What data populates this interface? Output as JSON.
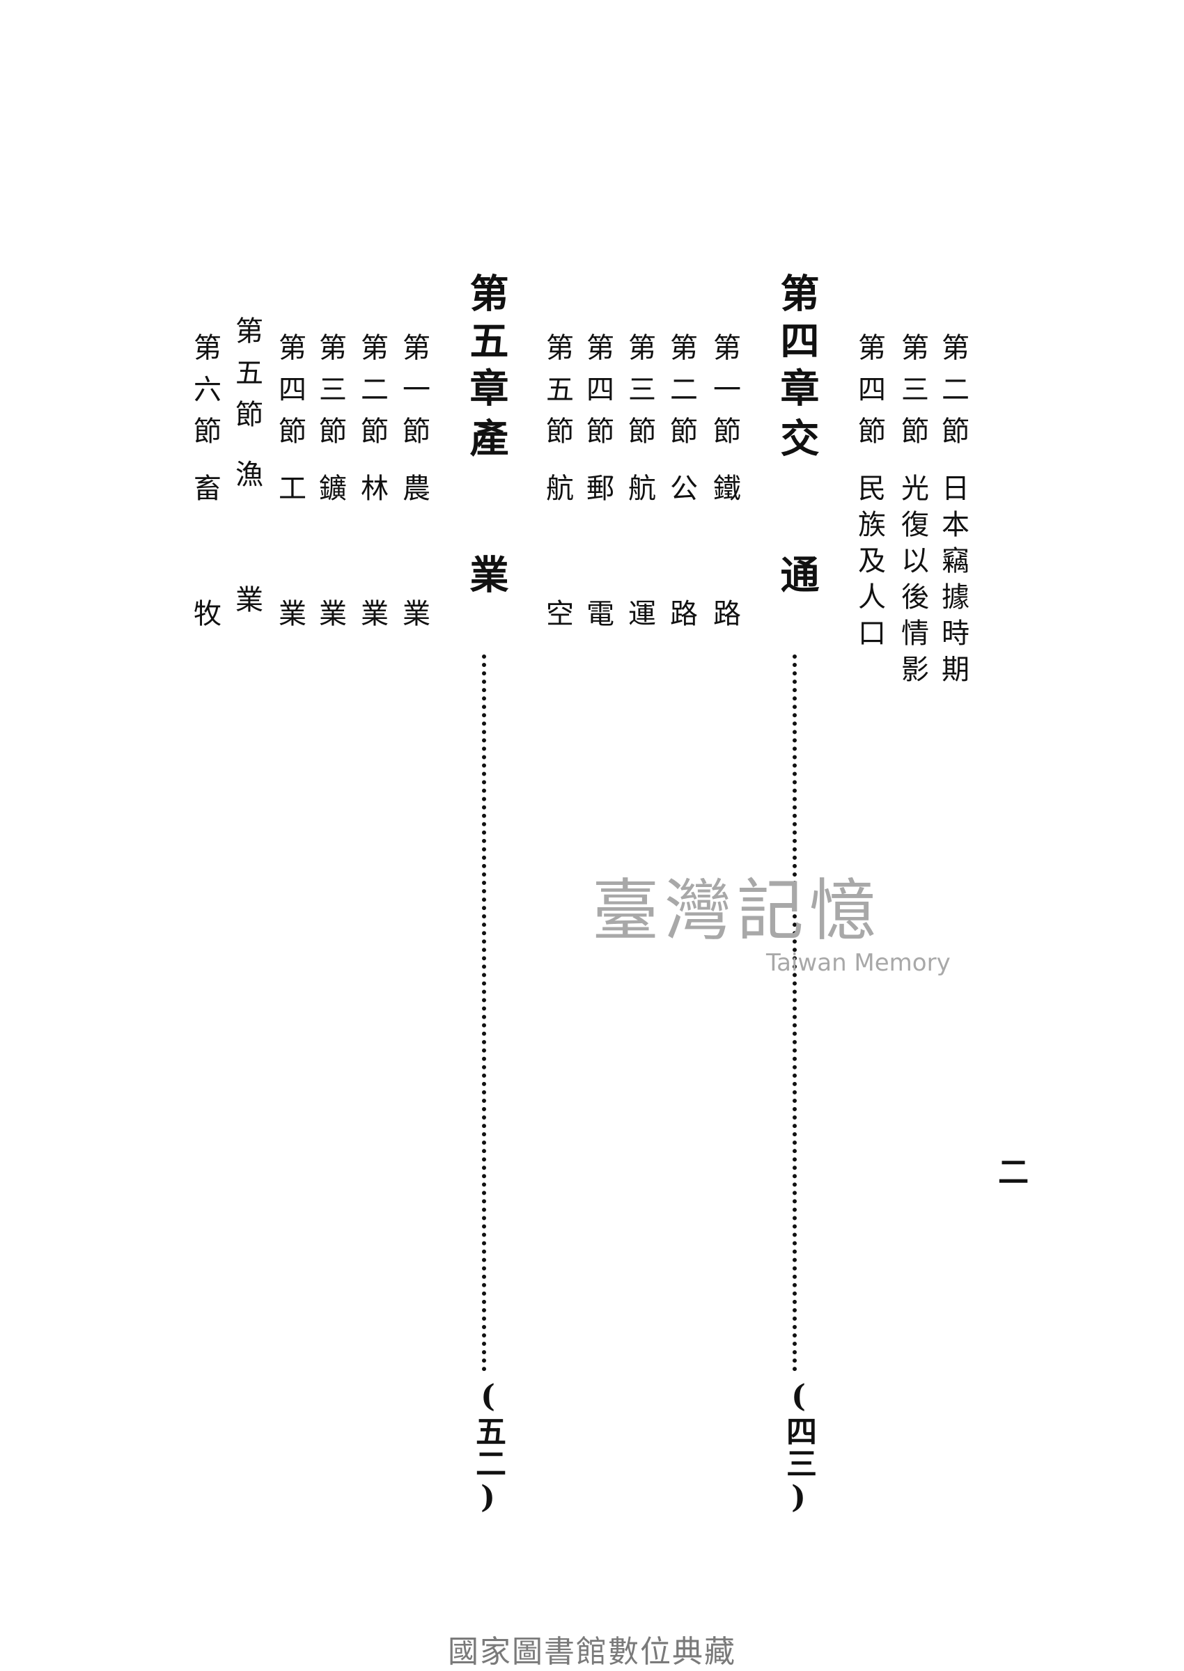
{
  "chapter4": {
    "heading": "第四章",
    "title": "交通",
    "page_ref": "(四三)",
    "sections": [
      {
        "number": "第一節",
        "title": "鐵路"
      },
      {
        "number": "第二節",
        "title": "公路"
      },
      {
        "number": "第三節",
        "title": "航運"
      },
      {
        "number": "第四節",
        "title": "郵電"
      },
      {
        "number": "第五節",
        "title": "航空"
      }
    ]
  },
  "chapter3_tail": {
    "sections": [
      {
        "number": "第二節",
        "title": "日本竊據時期"
      },
      {
        "number": "第三節",
        "title": "光復以後情影"
      },
      {
        "number": "第四節",
        "title": "民族及人口"
      }
    ]
  },
  "chapter5": {
    "heading": "第五章",
    "title": "產業",
    "page_ref": "(五二)",
    "sections": [
      {
        "number": "第一節",
        "title": "農業"
      },
      {
        "number": "第二節",
        "title": "林業"
      },
      {
        "number": "第三節",
        "title": "鑛業"
      },
      {
        "number": "第四節",
        "title": "工業"
      },
      {
        "number": "第五節",
        "title": "漁業"
      },
      {
        "number": "第六節",
        "title": "畜牧"
      }
    ]
  },
  "folio": "二",
  "watermark": {
    "chinese": "臺灣記憶",
    "english": "Taiwan Memory"
  },
  "footer": "國家圖書館數位典藏"
}
